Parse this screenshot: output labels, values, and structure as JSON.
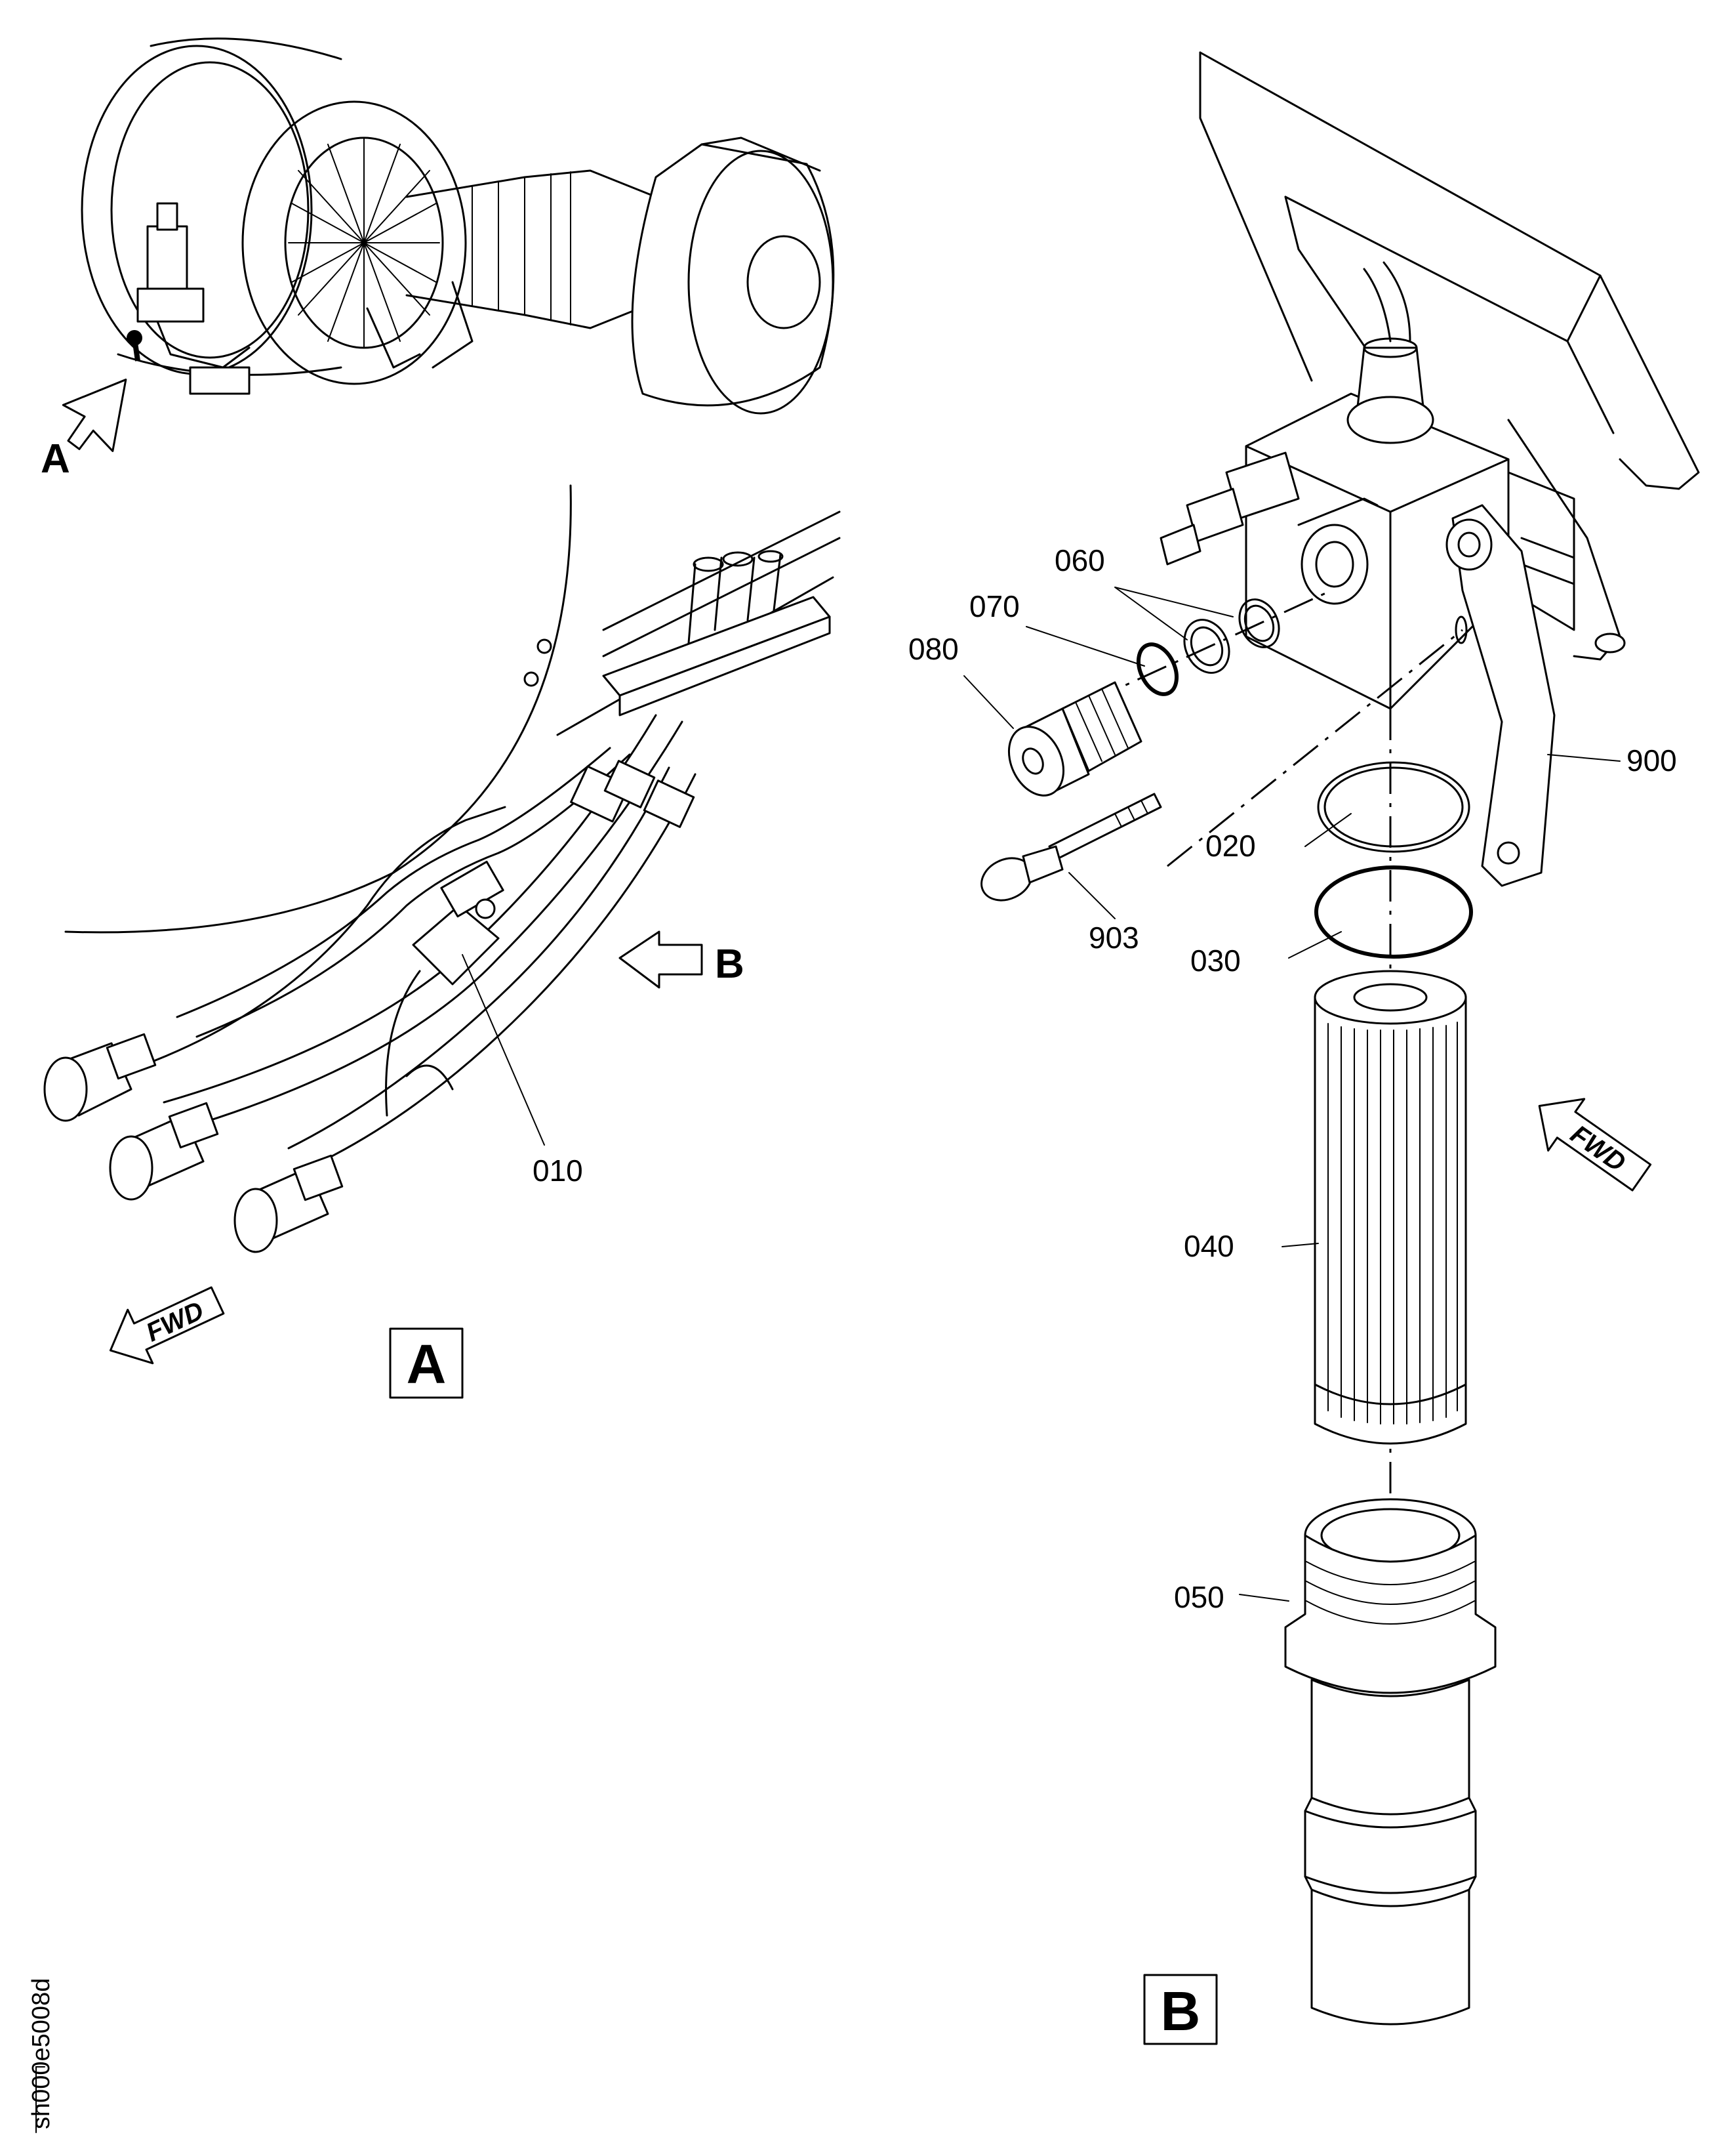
{
  "views": {
    "engine_view": {
      "callout": "A"
    },
    "view_a": {
      "box_label": "A",
      "callout_b": "B",
      "fwd": "FWD"
    },
    "view_b": {
      "box_label": "B",
      "fwd": "FWD"
    }
  },
  "item_numbers": {
    "i010": "010",
    "i020": "020",
    "i030": "030",
    "i040": "040",
    "i050": "050",
    "i060": "060",
    "i070": "070",
    "i080": "080",
    "i900": "900",
    "i903": "903"
  },
  "document_id": "sh000e5008d"
}
